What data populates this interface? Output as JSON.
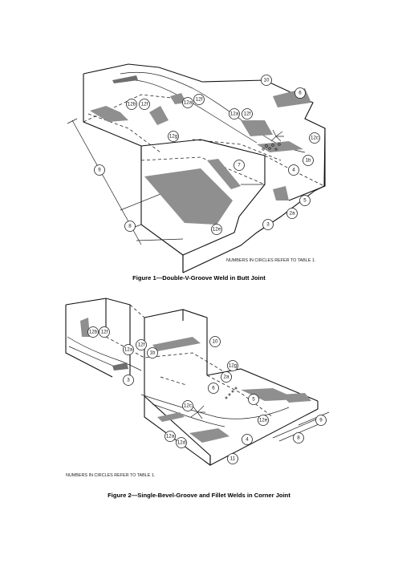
{
  "figure1": {
    "caption": "Figure 1—Double-V-Groove Weld in Butt Joint",
    "note": "NUMBERS IN CIRCLES REFER TO TABLE 1.",
    "callouts": [
      "10",
      "6",
      "12b",
      "12f",
      "12a",
      "12f",
      "12a",
      "12f",
      "12g",
      "12c",
      "7",
      "1b",
      "4",
      "9",
      "5",
      "2a",
      "8",
      "3",
      "12e"
    ]
  },
  "figure2": {
    "caption": "Figure 2—Single-Bevel-Groove and Fillet Welds in Corner Joint",
    "note": "NUMBERS IN CIRCLES REFER TO TABLE 1.",
    "callouts": [
      "12b",
      "12f",
      "12a",
      "12f",
      "1b",
      "10",
      "3",
      "12g",
      "2a",
      "6",
      "5",
      "12c",
      "12e",
      "9",
      "8",
      "4",
      "12a",
      "12d",
      "11"
    ]
  }
}
